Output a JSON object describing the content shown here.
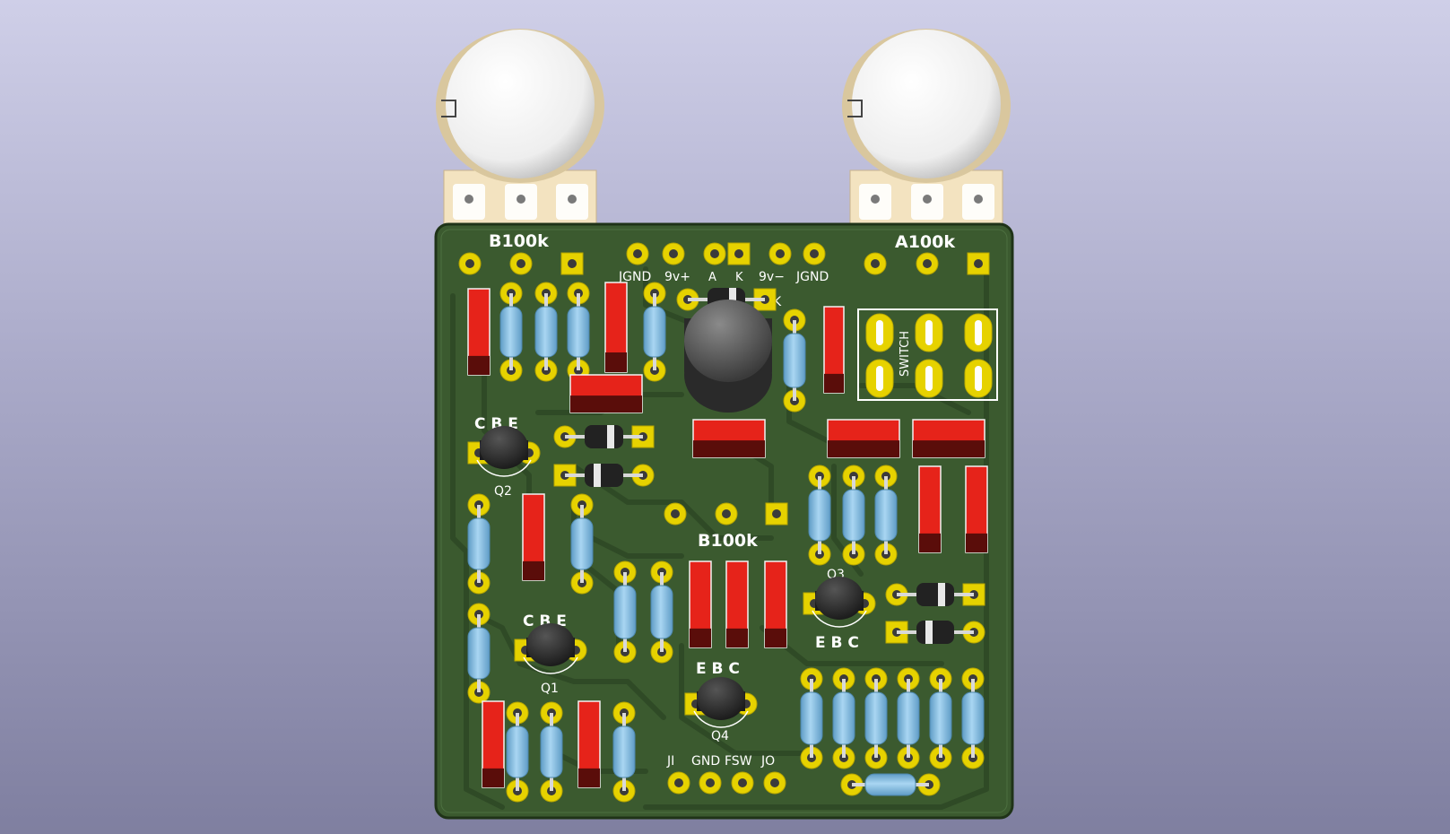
{
  "board": {
    "labels": {
      "pot_left": "B100k",
      "pot_right": "A100k",
      "pot_center": "B100k",
      "switch": "SWITCH",
      "diode_k": "K"
    },
    "power_header": {
      "jgnd_left": "JGND",
      "v9_plus": "9v+",
      "a": "A",
      "k": "K",
      "v9_minus": "9v−",
      "jgnd_right": "JGND"
    },
    "io_header": {
      "ji": "JI",
      "gnd": "GND",
      "fsw": "FSW",
      "jo": "JO"
    },
    "transistors": {
      "q1": {
        "name": "Q1",
        "pins": "C B E"
      },
      "q2": {
        "name": "Q2",
        "pins": "C B E"
      },
      "q3": {
        "name": "Q3",
        "pins": "E B C"
      },
      "q4": {
        "name": "Q4",
        "pins": "E B C"
      }
    }
  },
  "colors": {
    "pcb": "#3b5a2f",
    "copper_trace": "#2f4a26",
    "pad": "#e6d200",
    "resistor": "#8fc3e6",
    "capacitor": "#e6231a",
    "transistor": "#2b2b2b",
    "diode": "#222222",
    "pot_knob": "#f2f2f2"
  }
}
